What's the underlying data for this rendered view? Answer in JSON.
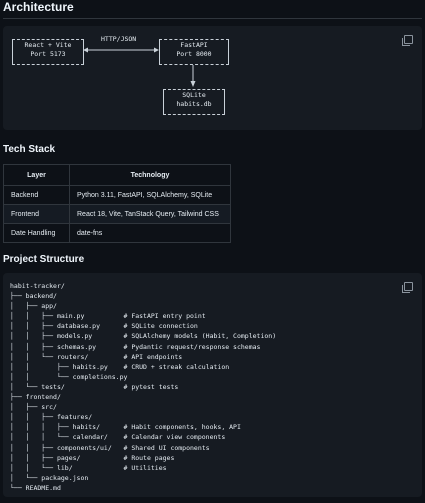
{
  "architecture": {
    "heading": "Architecture",
    "react": {
      "line1": "React + Vite",
      "line2": "Port 5173"
    },
    "fastapi": {
      "line1": "FastAPI",
      "line2": "Port 8000"
    },
    "sqlite": {
      "line1": "SQLite",
      "line2": "habits.db"
    },
    "arrow_label": "HTTP/JSON"
  },
  "tech_stack": {
    "heading": "Tech Stack",
    "headers": [
      "Layer",
      "Technology"
    ],
    "rows": [
      [
        "Backend",
        "Python 3.11, FastAPI, SQLAlchemy, SQLite"
      ],
      [
        "Frontend",
        "React 18, Vite, TanStack Query, Tailwind CSS"
      ],
      [
        "Date Handling",
        "date-fns"
      ]
    ]
  },
  "project_structure": {
    "heading": "Project Structure",
    "tree": [
      "habit-tracker/",
      "├── backend/",
      "│   ├── app/",
      "│   │   ├── main.py          # FastAPI entry point",
      "│   │   ├── database.py      # SQLite connection",
      "│   │   ├── models.py        # SQLAlchemy models (Habit, Completion)",
      "│   │   ├── schemas.py       # Pydantic request/response schemas",
      "│   │   └── routers/         # API endpoints",
      "│   │       ├── habits.py    # CRUD + streak calculation",
      "│   │       └── completions.py",
      "│   └── tests/               # pytest tests",
      "├── frontend/",
      "│   ├── src/",
      "│   │   ├── features/",
      "│   │   │   ├── habits/      # Habit components, hooks, API",
      "│   │   │   └── calendar/    # Calendar view components",
      "│   │   ├── components/ui/   # Shared UI components",
      "│   │   ├── pages/           # Route pages",
      "│   │   └── lib/             # Utilities",
      "│   └── package.json",
      "└── README.md"
    ]
  }
}
